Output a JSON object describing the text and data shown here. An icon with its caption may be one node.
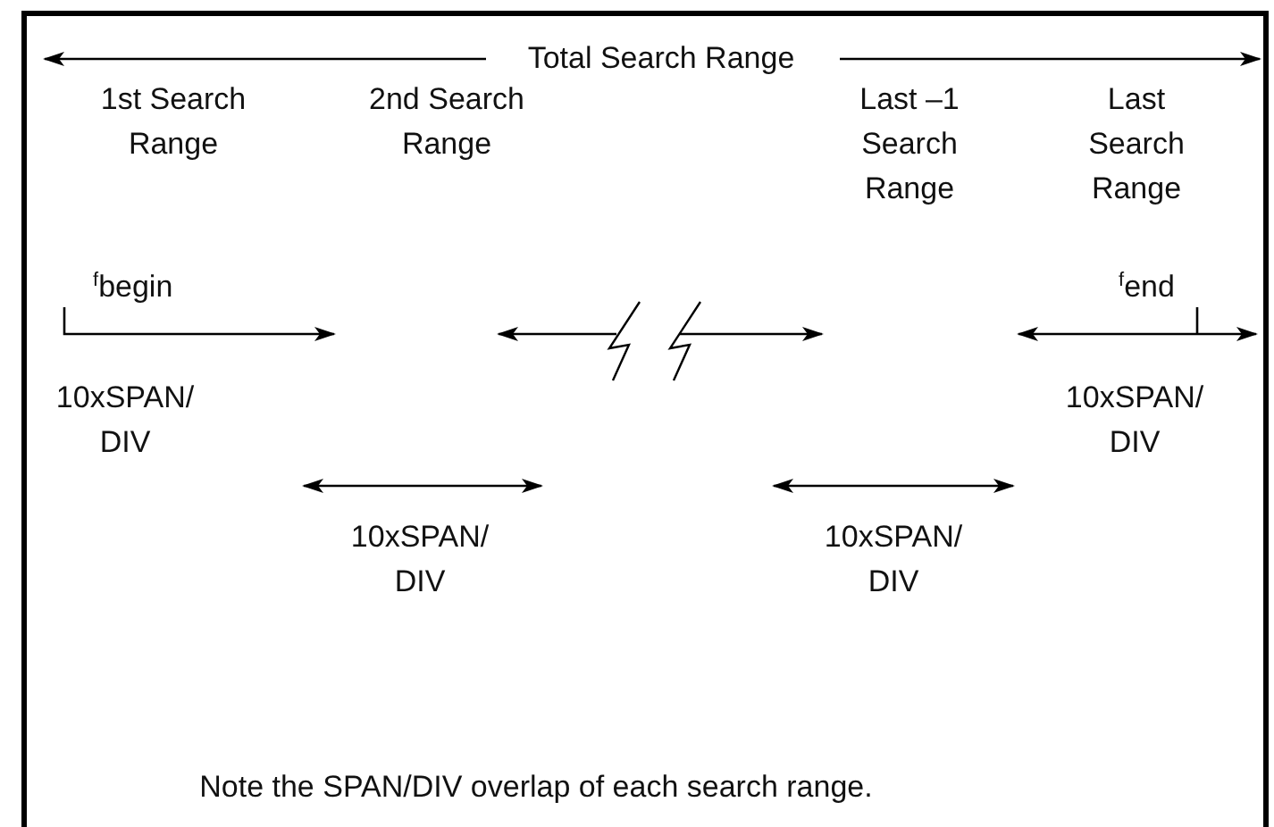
{
  "diagram": {
    "labels": [
      "Total Search Range",
      "1st Search Range",
      "2nd Search Range",
      "Last –1 Search Range",
      "Last Search Range",
      "$^{f}$begin",
      "$^{f}$end",
      "10xSPAN/ DIV",
      "10xSPAN/ DIV",
      "10xSPAN/ DIV",
      "10xSPAN/ DIV",
      "Note the SPAN/DIV overlap of each search range."
    ]
  }
}
